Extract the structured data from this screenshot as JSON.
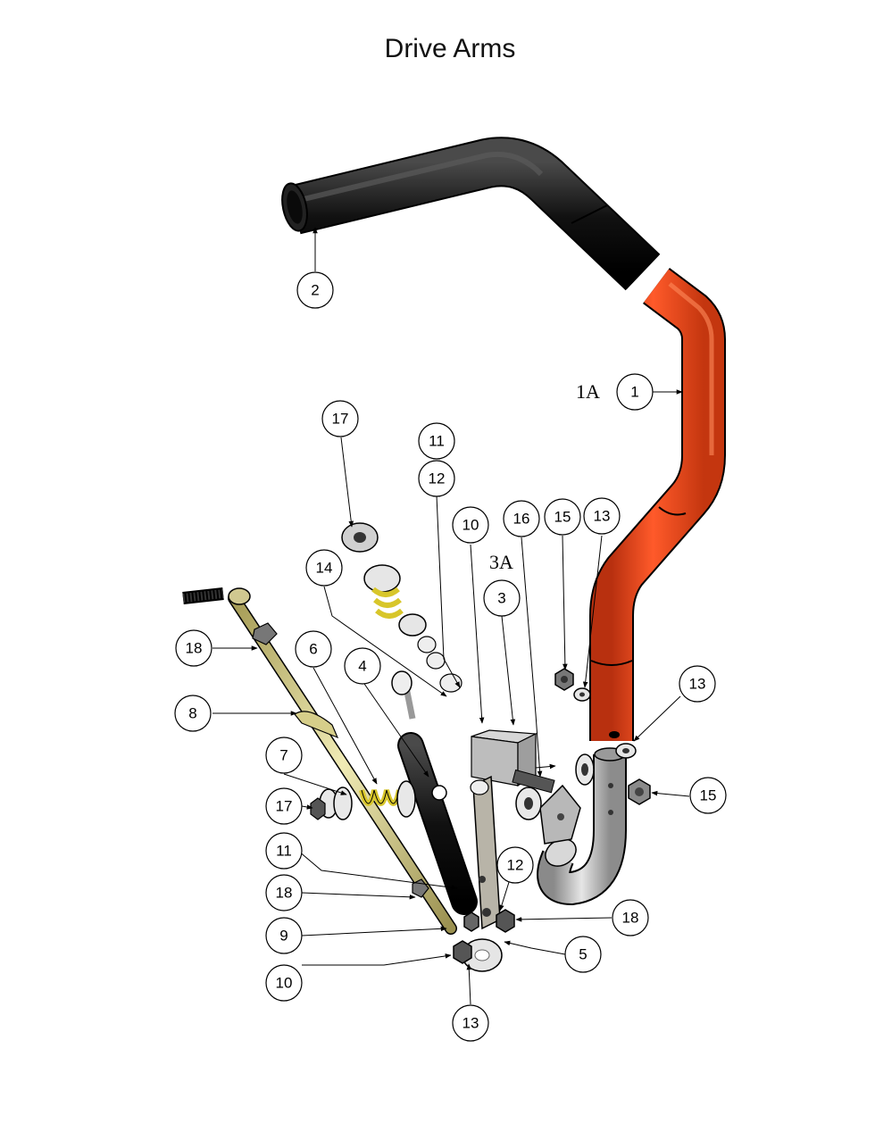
{
  "title": "Drive Arms",
  "labels": {
    "assembly_1a": "1A",
    "assembly_3a": "3A"
  },
  "callouts": [
    "1",
    "2",
    "3",
    "4",
    "5",
    "6",
    "7",
    "8",
    "9",
    "10",
    "10",
    "11",
    "11",
    "12",
    "12",
    "13",
    "13",
    "13",
    "14",
    "15",
    "15",
    "16",
    "17",
    "17",
    "18",
    "18",
    "18"
  ],
  "colors": {
    "handle_orange": "#e8431a",
    "grip_black": "#1a1a1a",
    "brass_rod": "#c9c07a",
    "spring_yellow": "#d8c62a",
    "steel_gray": "#b8b8b8",
    "dark_steel": "#6a6a6a"
  }
}
